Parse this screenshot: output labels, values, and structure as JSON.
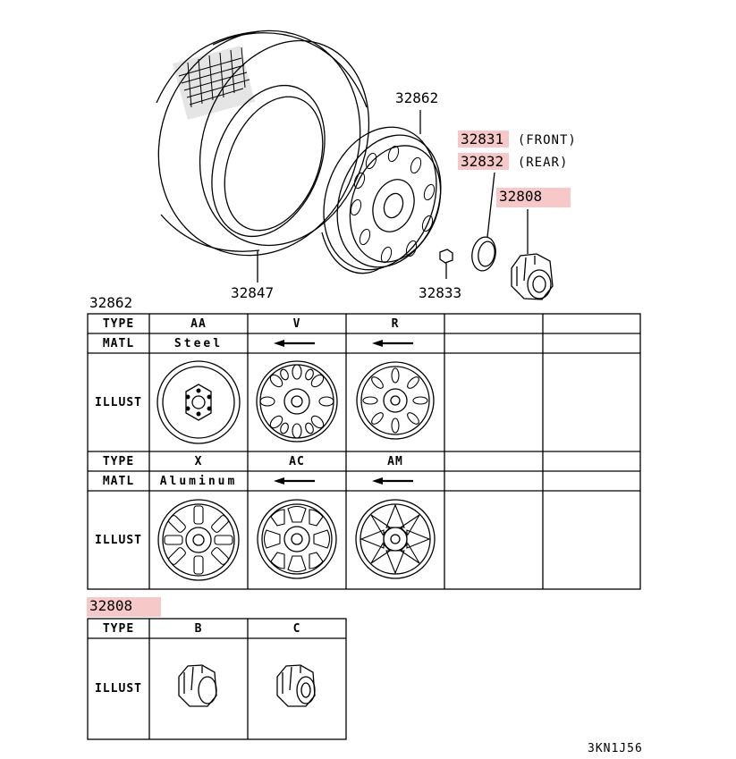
{
  "callouts": {
    "wheel": "32862",
    "cap_front": "32831",
    "cap_front_note": "(FRONT)",
    "cap_rear": "32832",
    "cap_rear_note": "(REAR)",
    "nut_cover": "32808",
    "tire": "32847",
    "nut": "32833"
  },
  "wheel_table": {
    "title": "32862",
    "row_headers": {
      "type": "TYPE",
      "matl": "MATL",
      "illust": "ILLUST"
    },
    "row1_types": [
      "AA",
      "V",
      "R"
    ],
    "row1_matl": "Steel",
    "row2_types": [
      "X",
      "AC",
      "AM"
    ],
    "row2_matl": "Aluminum"
  },
  "nut_table": {
    "title": "32808",
    "row_headers": {
      "type": "TYPE",
      "illust": "ILLUST"
    },
    "types": [
      "B",
      "C"
    ]
  },
  "figure_code": "3KN1J56",
  "colors": {
    "highlight": "#f7c8c8",
    "line": "#000000"
  }
}
